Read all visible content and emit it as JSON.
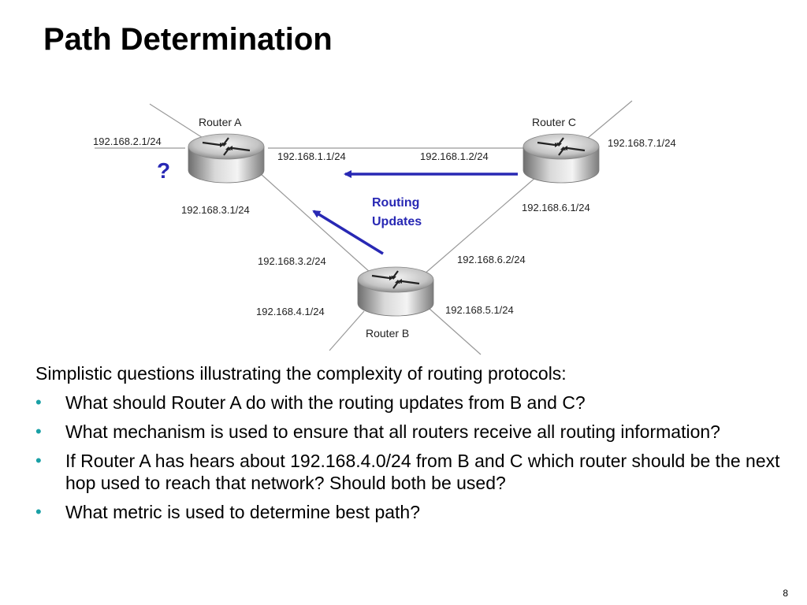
{
  "slide": {
    "title": "Path Determination",
    "page_number": "8"
  },
  "diagram": {
    "routers": {
      "a": "Router A",
      "b": "Router B",
      "c": "Router C"
    },
    "interfaces": {
      "a_left": "192.168.2.1/24",
      "a_ab": "192.168.3.1/24",
      "a_ac": "192.168.1.1/24",
      "c_ca": "192.168.1.2/24",
      "c_right": "192.168.7.1/24",
      "c_cb": "192.168.6.1/24",
      "b_ba": "192.168.3.2/24",
      "b_bc": "192.168.6.2/24",
      "b_left": "192.168.4.1/24",
      "b_right": "192.168.5.1/24"
    },
    "question_mark": "?",
    "routing_updates": [
      "Routing",
      "Updates"
    ],
    "arrow_color": "#2828b4"
  },
  "content": {
    "intro": "Simplistic questions illustrating the complexity of routing protocols:",
    "bullets": [
      "What should Router A do with the routing updates from B and C?",
      "What mechanism is used to ensure that all routers receive all routing information?",
      "If Router A has hears about 192.168.4.0/24 from B and C which router should be the next hop used to reach that network?  Should both be used?",
      "What metric is used to determine best path?"
    ],
    "bullet_char": "•",
    "bullet_color": "#1aa0a6"
  }
}
